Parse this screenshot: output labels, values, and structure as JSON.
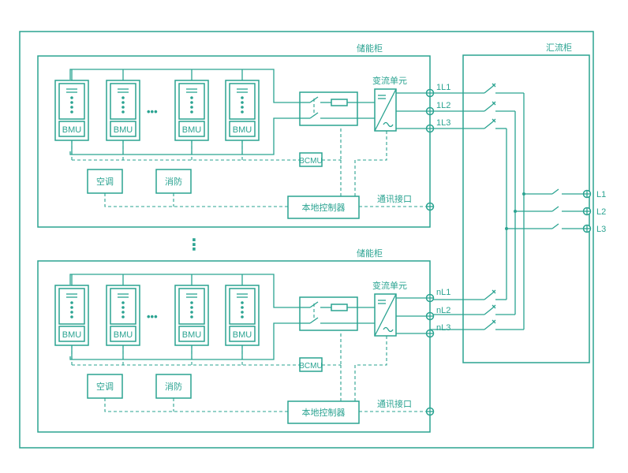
{
  "colors": {
    "accent": "#2aa391"
  },
  "labels": {
    "storage_cabinet": "储能柜",
    "combiner_cabinet": "汇流柜",
    "converter_unit": "变流单元",
    "bmu": "BMU",
    "bcmu": "BCMU",
    "air_conditioner": "空调",
    "fire_protection": "消防",
    "local_controller": "本地控制器",
    "comm_interface": "通讯接口",
    "ellipsis": "•••",
    "vertical_ellipsis": "⋮"
  },
  "cabinet_top": {
    "phases": [
      "1L1",
      "1L2",
      "1L3"
    ]
  },
  "cabinet_bottom": {
    "phases": [
      "nL1",
      "nL2",
      "nL3"
    ]
  },
  "grid_phases": [
    "L1",
    "L2",
    "L3"
  ],
  "icons": [
    "battery-icon",
    "switch-icon",
    "fuse-icon",
    "dc-ac-converter-icon",
    "terminal-icon",
    "breaker-icon"
  ]
}
